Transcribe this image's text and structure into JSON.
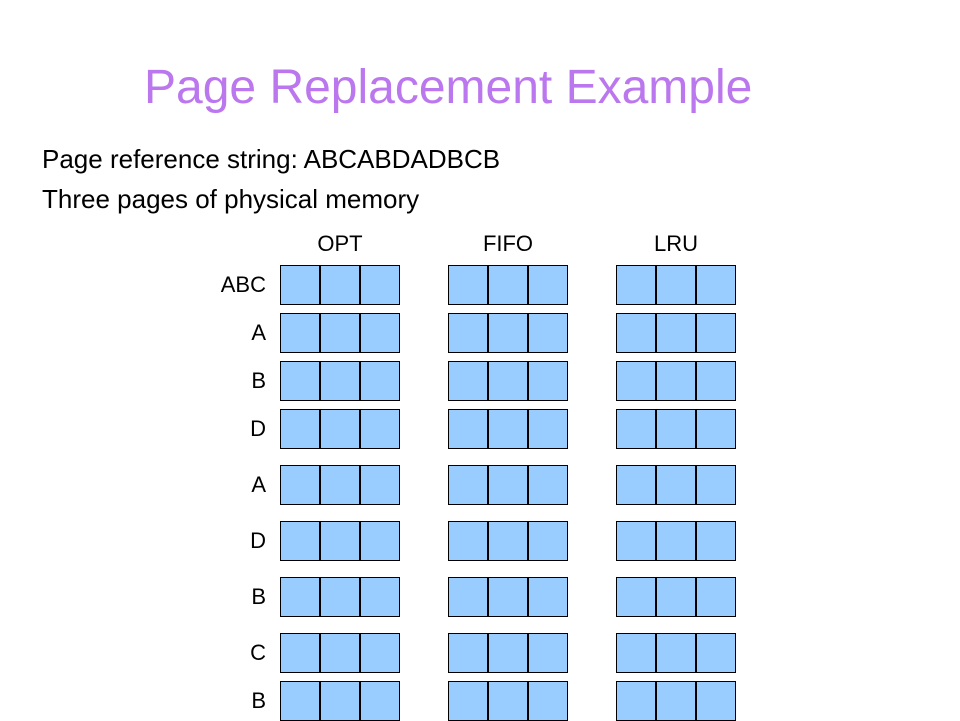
{
  "slide": {
    "title": "Page Replacement Example",
    "line1": "Page reference string: ABCABDADBCB",
    "line2": "Three pages of physical memory"
  },
  "columns": [
    "OPT",
    "FIFO",
    "LRU"
  ],
  "rows": [
    "ABC",
    "A",
    "B",
    "D",
    "A",
    "D",
    "B",
    "C",
    "B"
  ],
  "colors": {
    "title": "#bb77ee",
    "cell_fill": "#99ccff",
    "cell_border": "#000000"
  }
}
